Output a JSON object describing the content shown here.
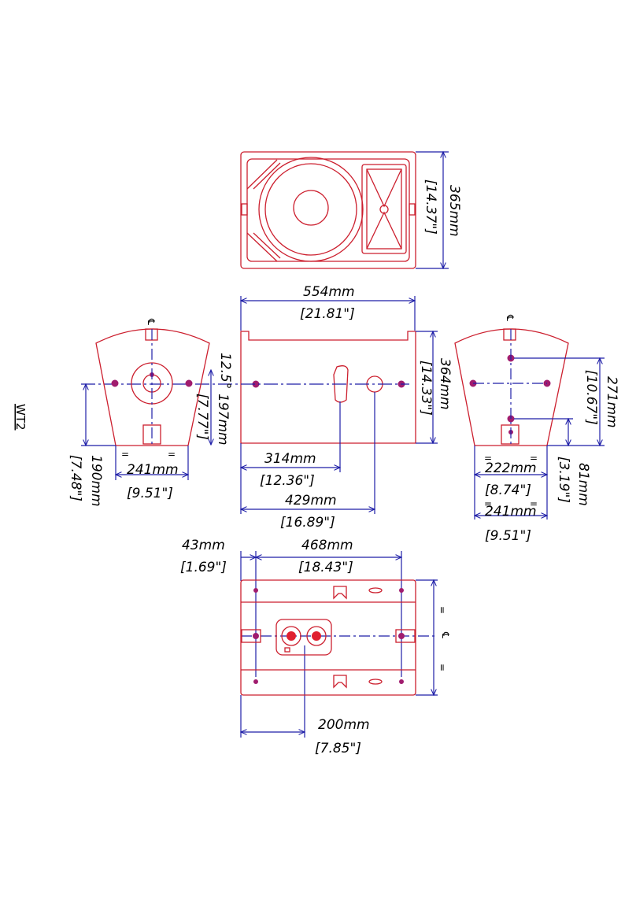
{
  "model": "WT2",
  "colors": {
    "outline": "#cc1f2e",
    "dimension": "#1f1fa8",
    "fixing": "#a01c6e"
  },
  "dimensions": {
    "front_height_mm": "365mm",
    "front_height_in": "[14.37\"]",
    "width_mm": "554mm",
    "width_in": "[21.81\"]",
    "depth_mm": "364mm",
    "depth_in": "[14.33\"]",
    "side_left_slant_mm": "197mm",
    "side_left_slant_in": "[7.77\"]",
    "side_left_angle": "12.5°",
    "side_left_width_mm": "241mm",
    "side_left_width_in": "[9.51\"]",
    "side_left_height_mm": "190mm",
    "side_left_height_in": "[7.48\"]",
    "top_314_mm": "314mm",
    "top_314_in": "[12.36\"]",
    "top_429_mm": "429mm",
    "top_429_in": "[16.89\"]",
    "side_right_height_mm": "271mm",
    "side_right_height_in": "[10.67\"]",
    "side_right_81_mm": "81mm",
    "side_right_81_in": "[3.19\"]",
    "side_right_222_mm": "222mm",
    "side_right_222_in": "[8.74\"]",
    "side_right_241_mm": "241mm",
    "side_right_241_in": "[9.51\"]",
    "bottom_43_mm": "43mm",
    "bottom_43_in": "[1.69\"]",
    "bottom_468_mm": "468mm",
    "bottom_468_in": "[18.43\"]",
    "bottom_200_mm": "200mm",
    "bottom_200_in": "[7.85\"]"
  },
  "marks": {
    "equal": "=",
    "centerline": "℄"
  }
}
